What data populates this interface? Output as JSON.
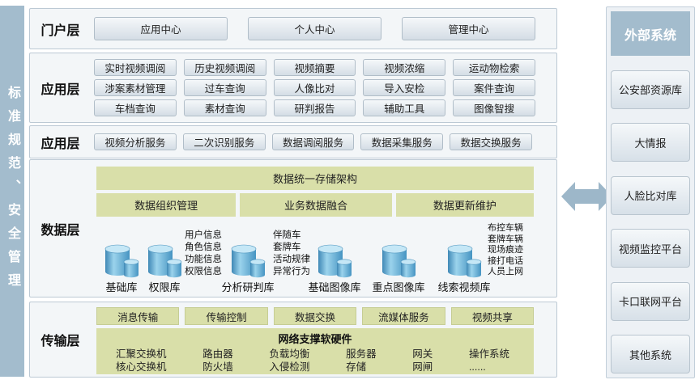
{
  "left_bar": {
    "text": "标准规范、安全管理"
  },
  "portal": {
    "label": "门户层",
    "buttons": [
      "应用中心",
      "个人中心",
      "管理中心"
    ]
  },
  "app": {
    "label": "应用层",
    "buttons": [
      "实时视频调阅",
      "历史视频调阅",
      "视频摘要",
      "视频浓缩",
      "运动物检索",
      "涉案素材管理",
      "过车查询",
      "人像比对",
      "导入安检",
      "案件查询",
      "车档查询",
      "素材查询",
      "研判报告",
      "辅助工具",
      "图像智搜"
    ]
  },
  "service": {
    "label": "应用层",
    "buttons": [
      "视频分析服务",
      "二次识别服务",
      "数据调阅服务",
      "数据采集服务",
      "数据交换服务"
    ]
  },
  "data_layer": {
    "label": "数据层",
    "storage_title": "数据统一存储架构",
    "bands": [
      "数据组织管理",
      "业务数据融合",
      "数据更新维护"
    ],
    "databases": [
      "基础库",
      "权限库",
      "分析研判库",
      "基础图像库",
      "重点图像库",
      "线索视频库"
    ],
    "anno_perm": "用户信息\n角色信息\n功能信息\n权限信息",
    "anno_analysis": "伴随车\n套牌车\n活动规律\n异常行为",
    "anno_clue": "布控车辆\n套牌车辆\n现场痕迹\n接打电话\n人员上网"
  },
  "transport": {
    "label": "传输层",
    "buttons": [
      "消息传输",
      "传输控制",
      "数据交换",
      "流媒体服务",
      "视频共享"
    ],
    "network_title": "网络支撑软硬件",
    "columns": [
      "汇聚交换机\n核心交换机",
      "路由器\n防火墙",
      "负载均衡\n入侵检测",
      "服务器\n存储",
      "网关\n网闸",
      "操作系统\n......"
    ]
  },
  "external": {
    "title": "外部系统",
    "items": [
      "公安部资源库",
      "大情报",
      "人脸比对库",
      "视频监控平台",
      "卡口联网平台",
      "其他系统"
    ]
  },
  "colors": {
    "bar": "#a3bccd",
    "green": "#d9dfa9",
    "row_bg": "#f3f6f8",
    "arrow": "#9db7c9",
    "db_blue": "#4694c2"
  }
}
